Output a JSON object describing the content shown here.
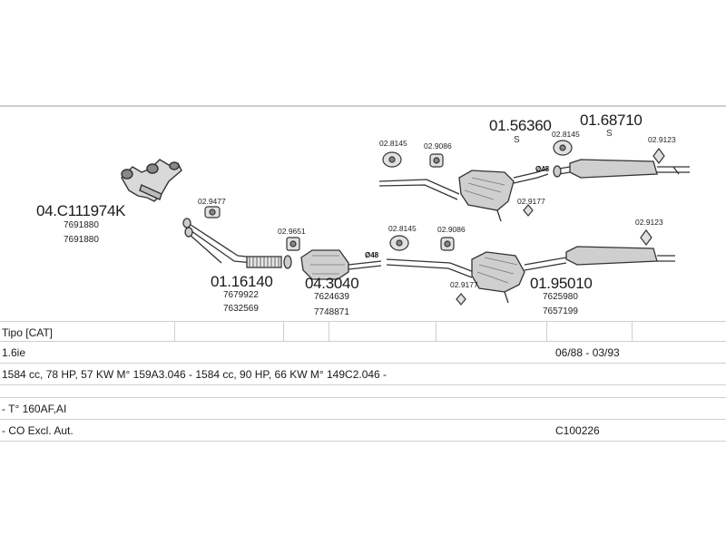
{
  "parts": {
    "manifold": {
      "code": "04.C111974K",
      "refs": [
        "7691880",
        "7691880"
      ]
    },
    "front_pipe": {
      "code": "01.16140",
      "refs": [
        "7679922",
        "7632569"
      ]
    },
    "catalyst": {
      "code": "04.3040",
      "refs": [
        "7624639",
        "7748871"
      ]
    },
    "middle_silencer_s": {
      "code": "01.56360",
      "suffix": "S"
    },
    "rear_silencer_s": {
      "code": "01.68710",
      "suffix": "S"
    },
    "silencer_assy": {
      "code": "01.95010",
      "refs": [
        "7625980",
        "7657199"
      ]
    },
    "small": {
      "clamp_a": "02.9477",
      "clamp_b": "02.9651",
      "hanger_top_1": "02.8145",
      "hanger_top_2": "02.9086",
      "hanger_top_3": "02.8145",
      "hanger_top_4": "02.9123",
      "hanger_top_5": "02.9177",
      "hanger_bot_1": "02.8145",
      "hanger_bot_2": "02.9086",
      "hanger_bot_3": "02.9177",
      "hanger_bot_4": "02.9123"
    },
    "diameter_marks": [
      "Ø48",
      "Ø48"
    ]
  },
  "table": {
    "header": {
      "type": "Tipo  [CAT]"
    },
    "engine": {
      "label": "1.6ie",
      "dates": "06/88 - 03/93"
    },
    "spec": "1584 cc, 78 HP, 57 KW M° 159A3.046 - 1584 cc, 90 HP, 66 KW M° 149C2.046 -",
    "gearbox": "- T° 160AF,AI",
    "note": {
      "label": "- CO Excl. Aut.",
      "code": "C100226"
    }
  }
}
